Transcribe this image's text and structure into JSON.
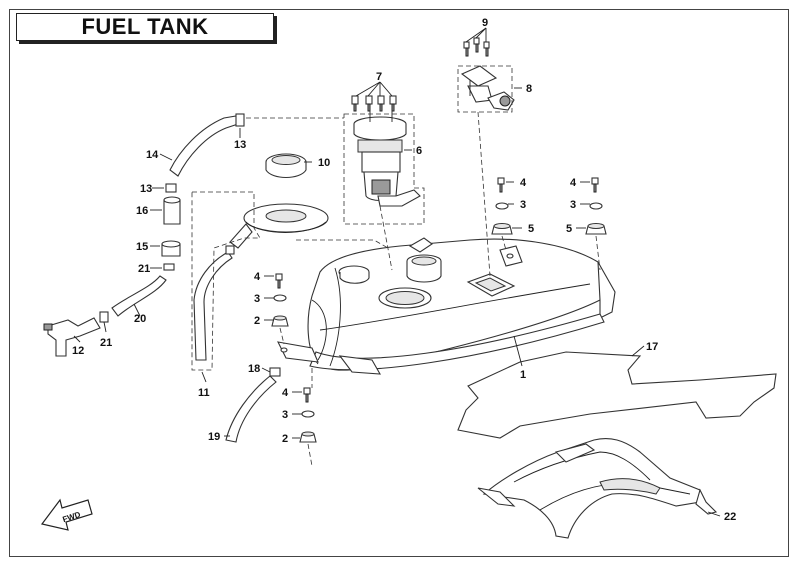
{
  "title": "FUEL TANK",
  "callouts": [
    "1",
    "2",
    "3",
    "4",
    "5",
    "6",
    "7",
    "8",
    "9",
    "10",
    "11",
    "12",
    "13",
    "14",
    "15",
    "16",
    "17",
    "18",
    "19",
    "20",
    "21",
    "22"
  ],
  "fwd_label": "FWD"
}
